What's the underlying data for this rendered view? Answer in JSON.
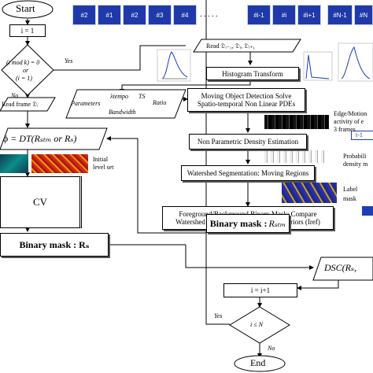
{
  "flow": {
    "start": "Start",
    "init": "i = 1",
    "cond1_l1": "(i mod k) = 0",
    "cond1_l2": "or",
    "cond1_l3": "(i = 1)",
    "yes1": "Yes",
    "no1": "No",
    "read_frame": "Read frame 𝔇ᵢ",
    "read_three": "Read 𝔇ᵢ₋₁, 𝔇ᵢ, 𝔇ᵢ₊₁",
    "hist": "Histogram Transform",
    "params_a": "Parameters",
    "params_b": "λtempo",
    "params_c": "TS",
    "params_d": "Ratio",
    "params_e": "Bandwidth",
    "moving1": "Moving Object Detection Solve",
    "moving2": "Spatio-temporal Non Linear PDEs",
    "edge1": "Edge/Motion",
    "edge2": "activity of e",
    "edge3": "3 frames",
    "edge4": "t-1",
    "npde": "Non Parametric Density Estimation",
    "prob1": "Probabili",
    "prob2": "density m",
    "watershed": "Watershed Segmentation: Moving Regions",
    "label1": "Label",
    "label2": "mask",
    "fg1": "Foreground/Background Binary Mask: Compare",
    "fg2": "Watershed Regions Means to Intensity Priors (Iref)",
    "phi": "ϕ = DT(Rₛₜₘ or Rₛ)",
    "initial1": "Initial",
    "initial2": "level set",
    "cv": "CV",
    "binmask_stm_a": "Binary mask : ",
    "binmask_stm_b": "Rₛₜₘ",
    "binmask_s": "Binary mask : Rₛ",
    "dsc": "DSC(Rₛ,",
    "incr": "i = i+1",
    "yes2": "Yes",
    "cond2": "i ≤ N",
    "no2": "No",
    "end": "End"
  },
  "frames": [
    "#2",
    "#1",
    "#2",
    "#3",
    "#4",
    "#i-1",
    "#i",
    "#i+1",
    "#N-1",
    "#N"
  ],
  "frame_dots": ". . . . ."
}
